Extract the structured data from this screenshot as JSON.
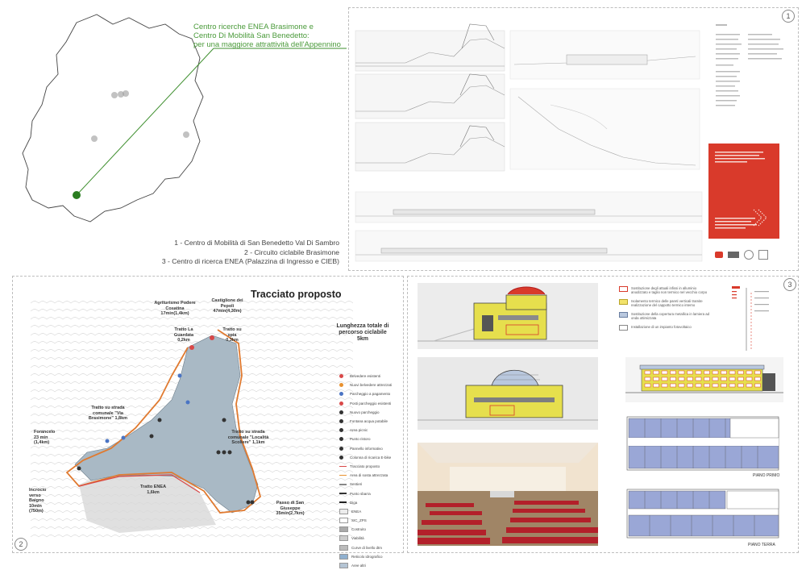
{
  "intro": {
    "map_label_lines": [
      "Centro ricerche ENEA Brasimone e",
      "Centro Di Mobilità San Benedetto:",
      "per una maggiore attrattività dell'Appennino"
    ],
    "site_list": [
      "1 - Centro di Mobilità di San Benedetto Val Di Sambro",
      "2 - Circuito ciclabile Brasimone",
      "3 - Centro di ricerca ENEA (Palazzina di Ingresso e CIEB)"
    ]
  },
  "panel1": {
    "number": "1",
    "cover_colors": {
      "cover": "#d93a2b",
      "text": "#f7d9d3"
    }
  },
  "panel2": {
    "number": "2",
    "title": "Tracciato proposto",
    "total_length_lines": [
      "Lunghezza totale di",
      "percorso ciclabile",
      "5km"
    ],
    "map_labels": {
      "agriturismo": "Agriturismo Podere Cosatina 17min(1,4km)",
      "castiglione": "Castiglione dei Pepoli 47min(4,30m)",
      "tratto_la_guardata": "Tratto La Guardata 0,2km",
      "tratto_spia": "Tratto su spia 0,3km",
      "via_brasimone": "Tratto su strada comunale \"Via Brasimone\" 1,8km",
      "localita_scoliere": "Tratto su strada comunale \"Località Scoliere\" 1,1km",
      "tratto_enea": "Tratto ENEA 1,6km",
      "forancelo": "Forancelo 23 min (1,4km)",
      "incrocio": "Incrocio verso Baigno 10min (750m)",
      "passo_san_giuseppe": "Passo di San Giuseppe 35min(2,7km)"
    },
    "legend": [
      {
        "label": "Belvedere esistenti",
        "color": "#d94848"
      },
      {
        "label": "Nuovi belvedere attrezzati",
        "color": "#e8912f"
      },
      {
        "label": "Parcheggio a pagamento",
        "color": "#4a74c4"
      },
      {
        "label": "Posti parcheggio esistenti",
        "color": "#d94848"
      },
      {
        "label": "Nuovo parcheggio",
        "color": "#333333"
      },
      {
        "label": "Fontana acqua potabile",
        "color": "#333333"
      },
      {
        "label": "Area picnic",
        "color": "#333333"
      },
      {
        "label": "Punto ristoro",
        "color": "#333333"
      },
      {
        "label": "Pannello informativo",
        "color": "#333333"
      },
      {
        "label": "Colonna di ricarica E-bike",
        "color": "#333333"
      },
      {
        "label": "Tracciato proposto",
        "color": "#d94848"
      },
      {
        "label": "Area di sosta attrezzata",
        "color": "#e8912f"
      },
      {
        "label": "Sentieri",
        "color": "#888888"
      },
      {
        "label": "Punto sbarra",
        "color": "#333333"
      },
      {
        "label": "Diga",
        "color": "#222222"
      },
      {
        "label": "ENEA",
        "color": "#ececec"
      },
      {
        "label": "SIC_ZPS",
        "color": "#ffffff"
      },
      {
        "label": "Costruito",
        "color": "#a9a9a9"
      },
      {
        "label": "Viabilità",
        "color": "#cccccc"
      },
      {
        "label": "Curve di livello dtm",
        "color": "#bbbbbb"
      },
      {
        "label": "Reticolo idrografico",
        "color": "#8fb0cf"
      },
      {
        "label": "Aree altri",
        "color": "#b4c4d4"
      }
    ],
    "lake_color": "#a9b9c5"
  },
  "panel3": {
    "number": "3",
    "legend": [
      {
        "label": "Sostituzione degli attuali infissi in alluminio anodizzato e taglio non termico nel vecchio corpo",
        "color": "#ffffff",
        "border": "#d93a2b"
      },
      {
        "label": "Isolamento termico delle pareti verticali tramite realizzazione del cappotto termico interno",
        "color": "#f2e36b",
        "border": "#b9a52a"
      },
      {
        "label": "Sostituzione della copertura metallica in lamiera ad onda ottimizzata",
        "color": "#b9c8de",
        "border": "#6a7ea0"
      },
      {
        "label": "Installazione di un impianto fotovoltaico",
        "color": "#ffffff",
        "border": "#888888"
      }
    ],
    "plan_labels": {
      "first": "PIANO PRIMO",
      "ground": "PIANO TERRA"
    },
    "colors": {
      "facade_yellow": "#e6df4d",
      "plan_blue": "#9aa7d6",
      "seats": "#b3202a"
    }
  }
}
